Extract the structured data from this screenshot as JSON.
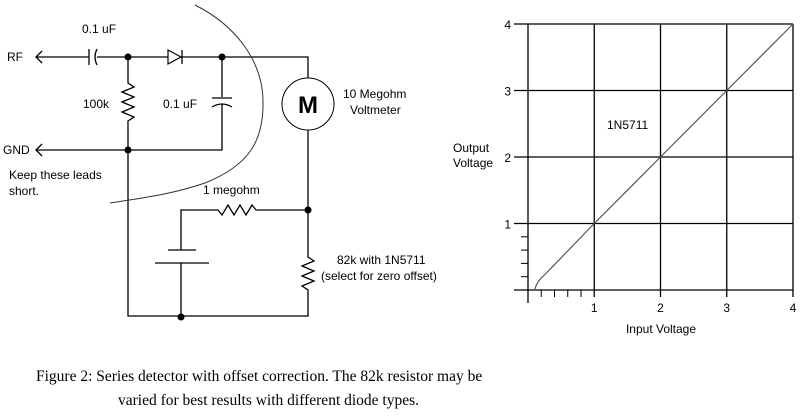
{
  "circuit": {
    "rf_label": "RF",
    "gnd_label": "GND",
    "input_cap_label": "0.1 uF",
    "shunt_resistor_label": "100k",
    "filter_cap_label": "0.1 uF",
    "meter_symbol": "M",
    "meter_label_line1": "10 Megohm",
    "meter_label_line2": "Voltmeter",
    "note_line1": "Keep these leads",
    "note_line2": "short.",
    "offset_resistor_label": "1 megohm",
    "select_resistor_line1": "82k with 1N5711",
    "select_resistor_line2": "(select for zero offset)"
  },
  "chart_data": {
    "type": "line",
    "title": "",
    "xlabel": "Input Voltage",
    "ylabel_line1": "Output",
    "ylabel_line2": "Voltage",
    "xlim": [
      0,
      4
    ],
    "ylim": [
      0,
      4
    ],
    "x_ticks": [
      "1",
      "2",
      "3",
      "4"
    ],
    "y_ticks": [
      "1",
      "2",
      "3",
      "4"
    ],
    "minor_ticks": [
      0.2,
      0.4,
      0.6,
      0.8
    ],
    "grid": true,
    "annotation": "1N5711",
    "series": [
      {
        "name": "1N5711",
        "x": [
          0.1,
          0.12,
          0.15,
          0.2,
          0.27,
          0.35,
          1,
          2,
          3,
          4
        ],
        "y": [
          0,
          0.06,
          0.12,
          0.18,
          0.25,
          0.33,
          1,
          2,
          3,
          4
        ]
      }
    ]
  },
  "caption": {
    "line1": "Figure 2: Series detector with offset correction. The 82k resistor may be",
    "line2": "varied for best results with different diode types."
  }
}
